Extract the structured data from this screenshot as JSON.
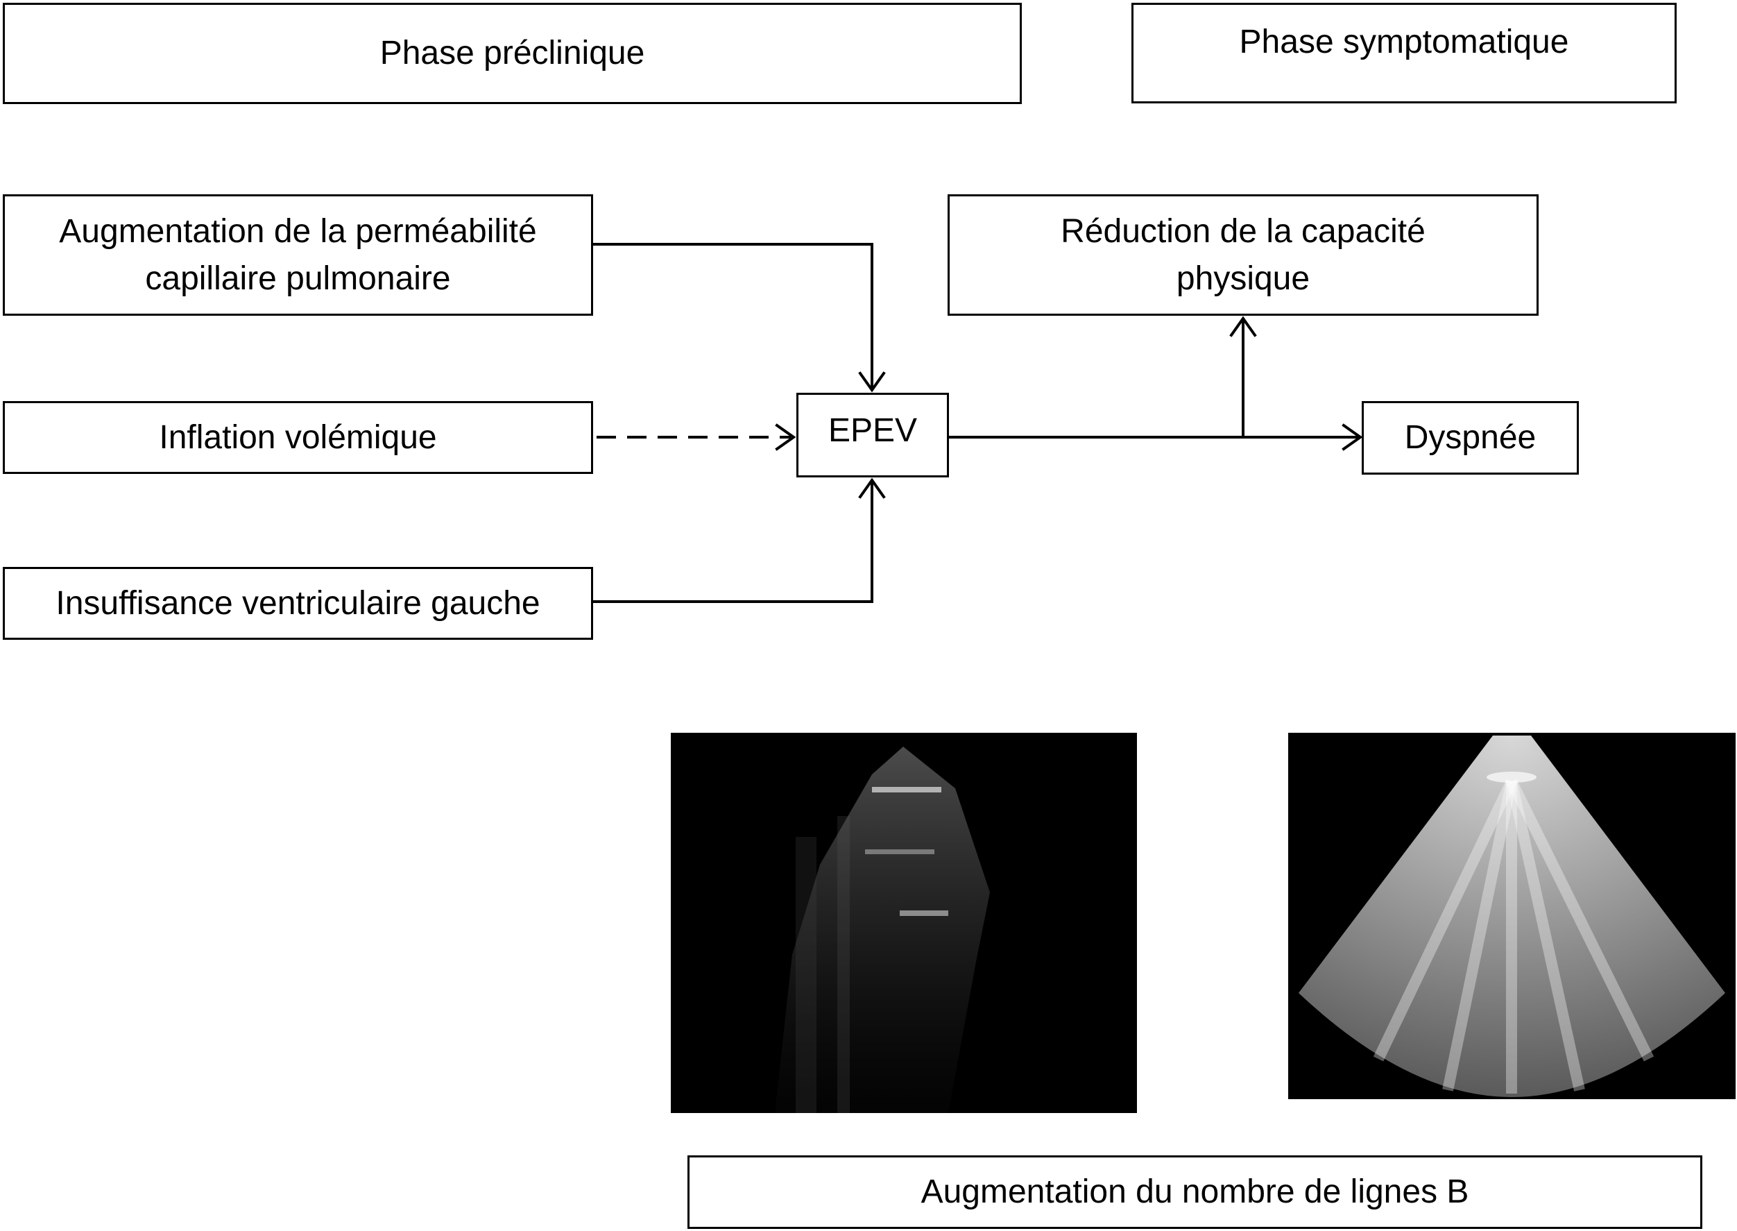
{
  "phases": {
    "preclinical": "Phase préclinique",
    "symptomatic": "Phase symptomatique"
  },
  "causes": {
    "permeability": [
      "Augmentation de la perméabilité",
      "capillaire pulmonaire"
    ],
    "volemic": "Inflation volémique",
    "lv_failure": "Insuffisance ventriculaire gauche"
  },
  "center": "EPEV",
  "effects": {
    "capacity": [
      "Réduction de la capacité",
      "physique"
    ],
    "dyspnea": "Dyspnée"
  },
  "ultrasound_caption": "Augmentation du nombre de lignes B"
}
